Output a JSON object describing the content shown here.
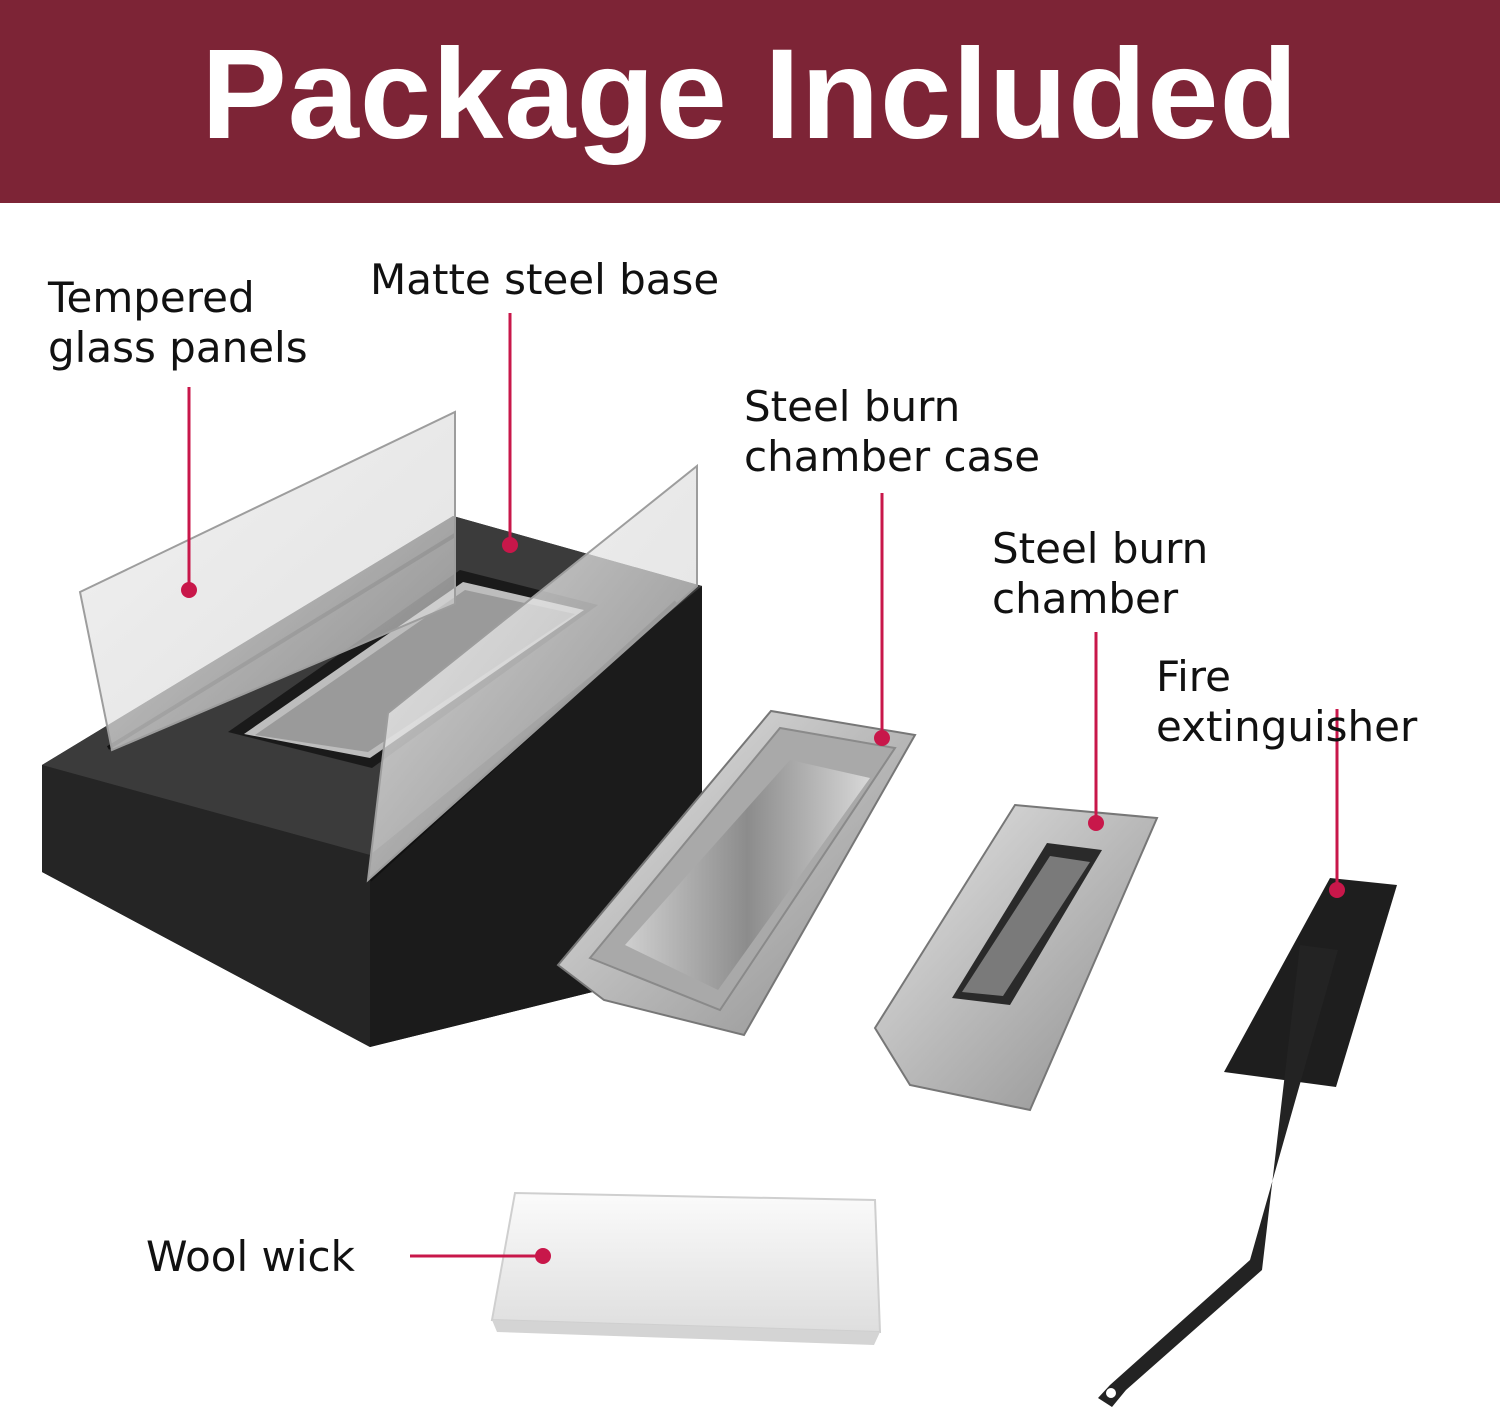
{
  "banner": {
    "title": "Package Included",
    "background": "#7d2436",
    "text_color": "#ffffff"
  },
  "accent_color": "#c8174a",
  "parts": [
    {
      "id": "glass",
      "label": "Tempered\nglass panels"
    },
    {
      "id": "base",
      "label": "Matte steel base"
    },
    {
      "id": "case",
      "label": "Steel burn\nchamber case"
    },
    {
      "id": "chamber",
      "label": "Steel burn\nchamber"
    },
    {
      "id": "extinguisher",
      "label": "Fire extinguisher"
    },
    {
      "id": "wick",
      "label": "Wool wick"
    }
  ]
}
